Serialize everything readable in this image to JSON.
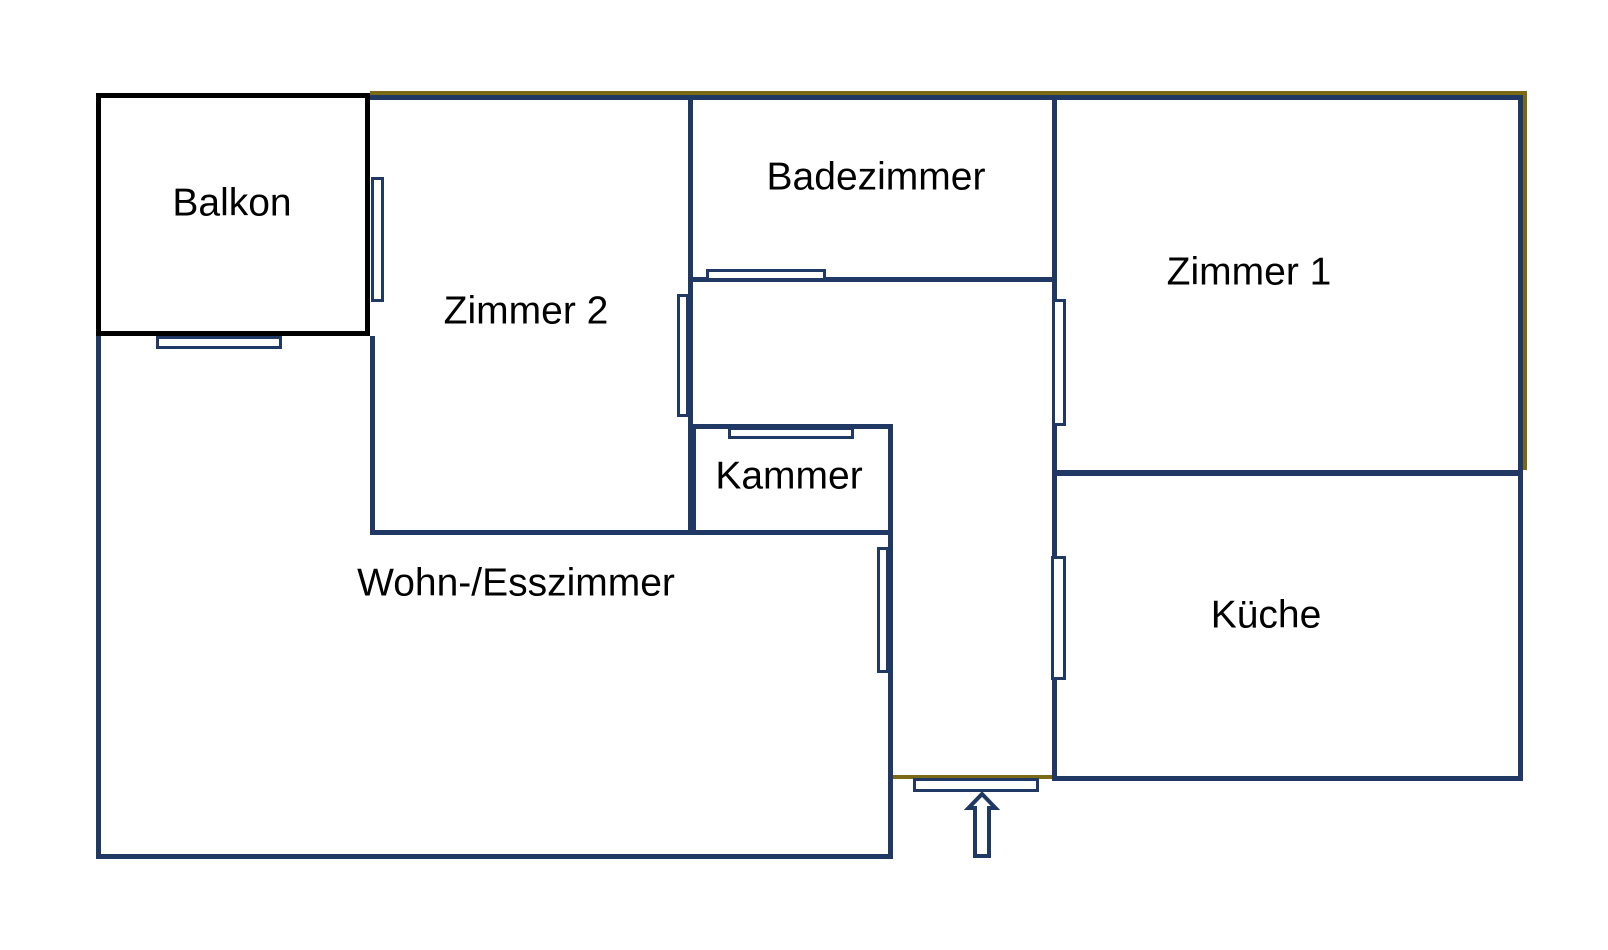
{
  "title": "Wohnung Grundriss (floor plan)",
  "colors": {
    "wall": "#1f3864",
    "accent": "#7b6a15",
    "balcony": "#000000",
    "text": "#000000",
    "bg": "#ffffff"
  },
  "rooms": [
    {
      "id": "balkon",
      "label": "Balkon"
    },
    {
      "id": "zimmer2",
      "label": "Zimmer 2"
    },
    {
      "id": "badezimmer",
      "label": "Badezimmer"
    },
    {
      "id": "zimmer1",
      "label": "Zimmer 1"
    },
    {
      "id": "kammer",
      "label": "Kammer"
    },
    {
      "id": "wohnzimmer",
      "label": "Wohn-/Esszimmer"
    },
    {
      "id": "kueche",
      "label": "Küche"
    }
  ],
  "markers": {
    "balcony_door": "balcony-door-opening",
    "balcony_window": "window-opening",
    "zimmer2_door": "zimmer2-door-opening",
    "badezimmer_door": "badezimmer-door-opening",
    "zimmer1_door": "zimmer1-door-opening",
    "kammer_door": "kammer-door-opening",
    "wohnzimmer_door": "wohnzimmer-door-opening",
    "kueche_door": "kueche-door-opening",
    "entrance_door": "entrance-door-opening"
  },
  "entrance": {
    "arrow_icon": "entrance-up-arrow-icon"
  }
}
